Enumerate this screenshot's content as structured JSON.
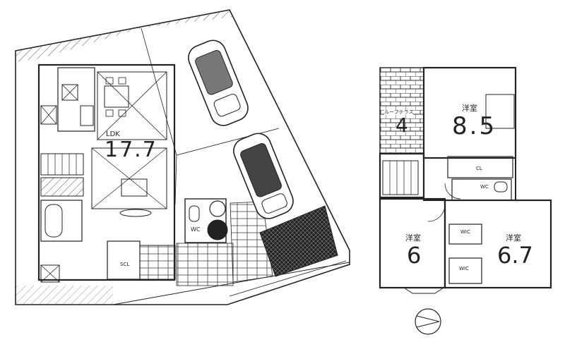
{
  "floor1": {
    "ldk_label": "LDK",
    "ldk_size": "17.7",
    "wc_label": "WC",
    "scl_label": "SCL"
  },
  "floor2": {
    "roof_terrace_label": "ルーフテラス",
    "roof_terrace_size": "4",
    "western_room_a_label": "洋室",
    "western_room_a_size": "8.5",
    "cl_label": "CL",
    "wc_label": "WC",
    "western_room_b_label": "洋室",
    "western_room_b_size": "6",
    "western_room_c_label": "洋室",
    "western_room_c_size": "6.7",
    "wic_label_1": "WIC",
    "wic_label_2": "WIC"
  }
}
